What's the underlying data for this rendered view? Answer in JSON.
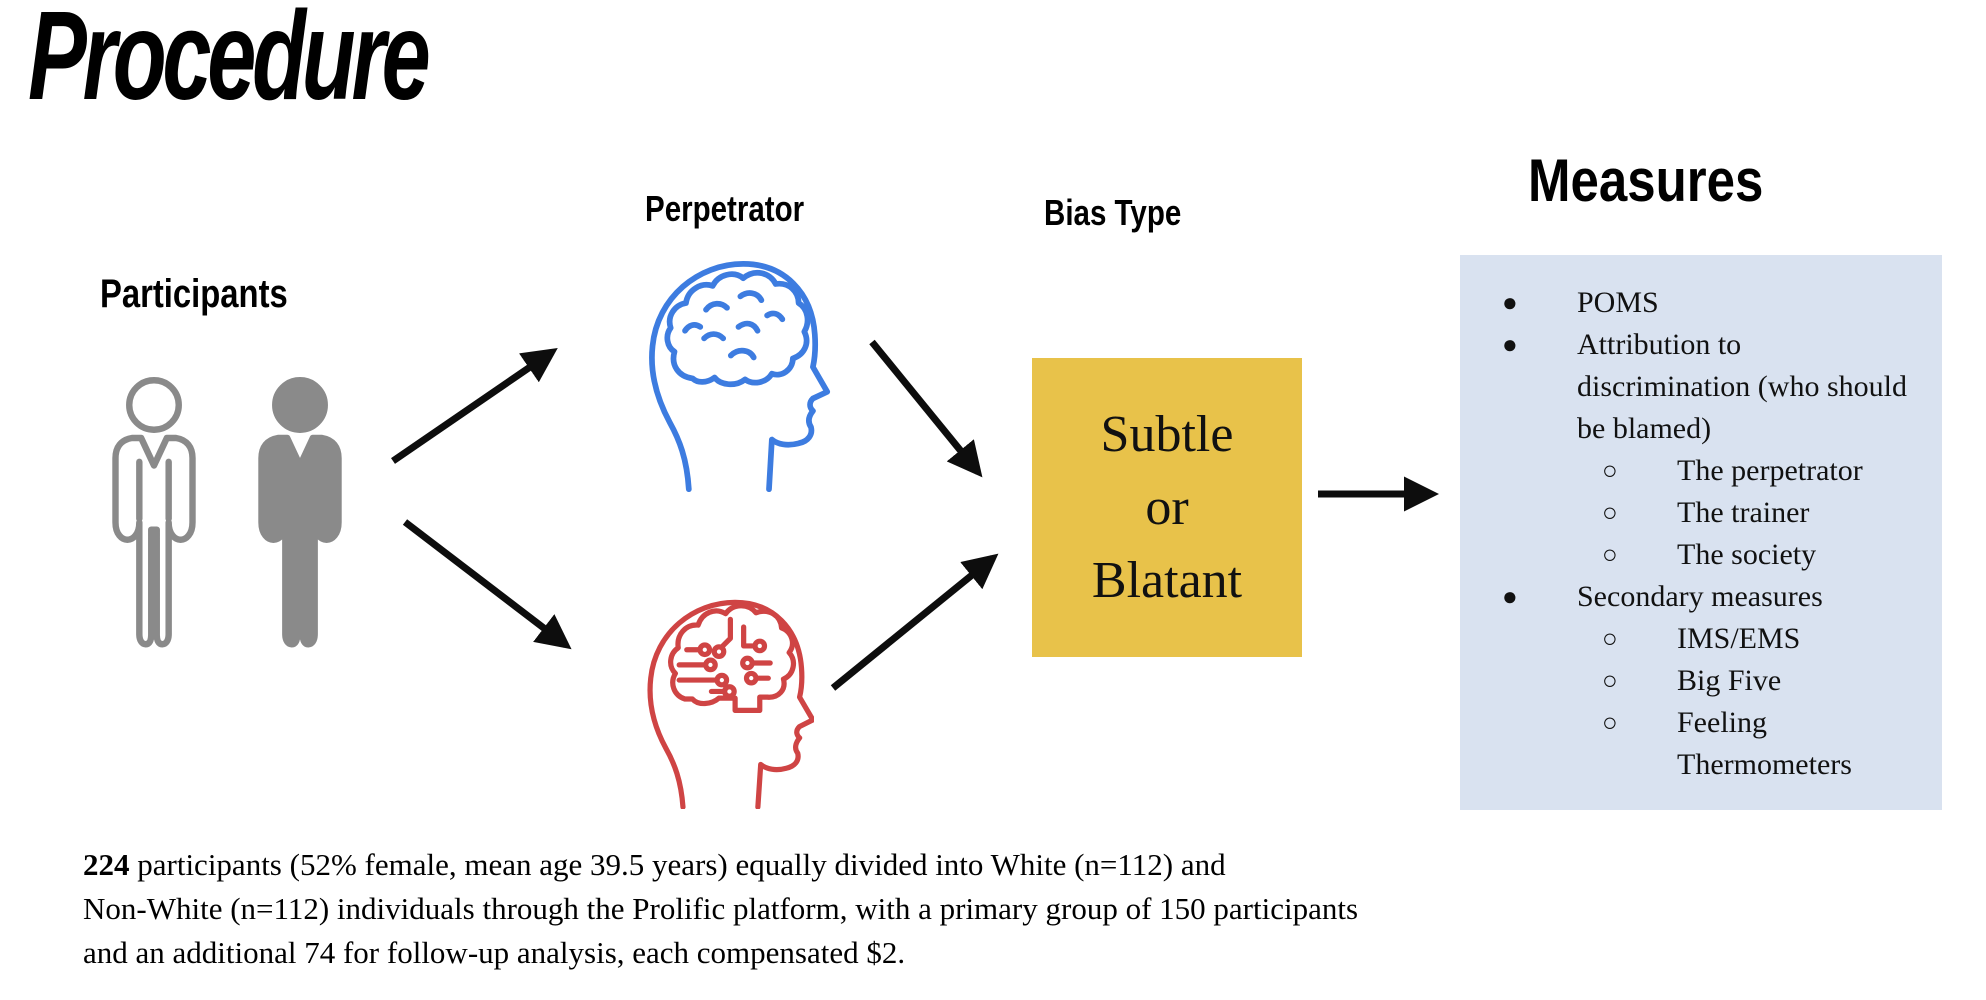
{
  "slide": {
    "title": "Procedure",
    "background": "#ffffff"
  },
  "labels": {
    "participants": "Participants",
    "perpetrator": "Perpetrator",
    "bias_type": "Bias Type",
    "measures": "Measures"
  },
  "bias_box": {
    "bg_color": "#E8C24A",
    "lines": [
      "Subtle",
      "or",
      "Blatant"
    ]
  },
  "measures_box": {
    "bg_color": "#D9E2F0",
    "items": [
      {
        "level": 1,
        "text": "POMS"
      },
      {
        "level": 1,
        "text": "Attribution to discrimination (who should be blamed)"
      },
      {
        "level": 2,
        "text": "The perpetrator"
      },
      {
        "level": 2,
        "text": "The trainer"
      },
      {
        "level": 2,
        "text": "The society"
      },
      {
        "level": 1,
        "text": "Secondary measures"
      },
      {
        "level": 2,
        "text": "IMS/EMS"
      },
      {
        "level": 2,
        "text": "Big Five"
      },
      {
        "level": 2,
        "text": "Feeling Thermometers"
      }
    ]
  },
  "glyphs": {
    "bullet_level1": "●",
    "bullet_level2": "○"
  },
  "footer": {
    "bold_lead": "224",
    "line1_rest": " participants (52% female, mean age 39.5 years) equally divided into White (n=112) and",
    "line2": "Non-White (n=112) individuals through the Prolific platform, with a primary group of 150 participants",
    "line3": "and an additional 74 for follow-up analysis, each compensated $2."
  },
  "icons": {
    "person_outline": "person-outline-icon",
    "person_filled": "person-filled-icon",
    "human_brain_head": "human-brain-head-icon",
    "ai_circuit_head": "ai-circuit-brain-head-icon",
    "arrow": "arrow-icon"
  },
  "colors": {
    "person_gray": "#8a8a8a",
    "human_brain_blue": "#3d7ce0",
    "ai_brain_red": "#cf4444",
    "arrow_black": "#0d0d0d",
    "bias_box_yellow": "#E8C24A",
    "measures_box_blue": "#D9E2F0",
    "text_black": "#000000"
  }
}
